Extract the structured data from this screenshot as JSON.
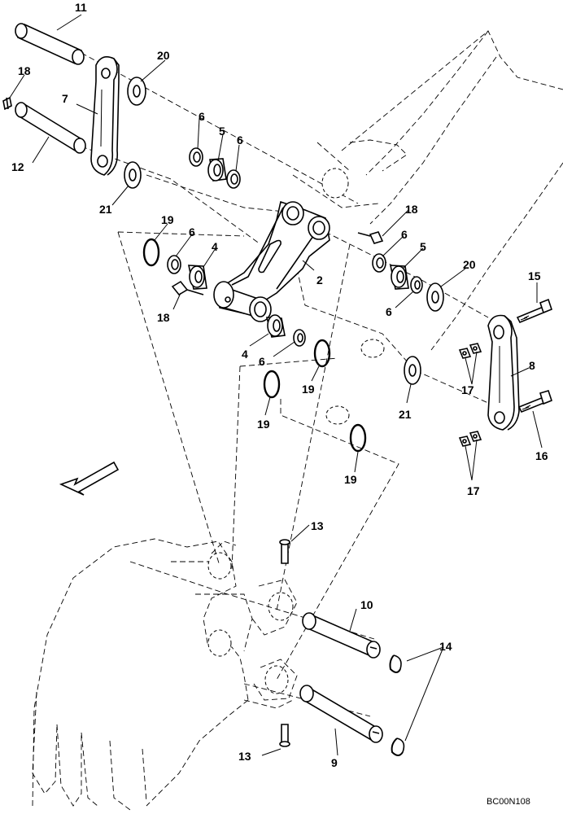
{
  "drawing_code": "BC00N108",
  "callouts": {
    "c2": "2",
    "c4a": "4",
    "c4b": "4",
    "c5a": "5",
    "c5b": "5",
    "c6a": "6",
    "c6b": "6",
    "c6c": "6",
    "c6d": "6",
    "c6e": "6",
    "c6f": "6",
    "c7": "7",
    "c8": "8",
    "c9": "9",
    "c10": "10",
    "c11": "11",
    "c12": "12",
    "c13a": "13",
    "c13b": "13",
    "c14": "14",
    "c15": "15",
    "c16": "16",
    "c17a": "17",
    "c17b": "17",
    "c18a": "18",
    "c18b": "18",
    "c18c": "18",
    "c19a": "19",
    "c19b": "19",
    "c19c": "19",
    "c19d": "19",
    "c20a": "20",
    "c20b": "20",
    "c21a": "21",
    "c21b": "21"
  },
  "icons": {
    "direction_arrow": "front-direction-arrow-icon"
  }
}
